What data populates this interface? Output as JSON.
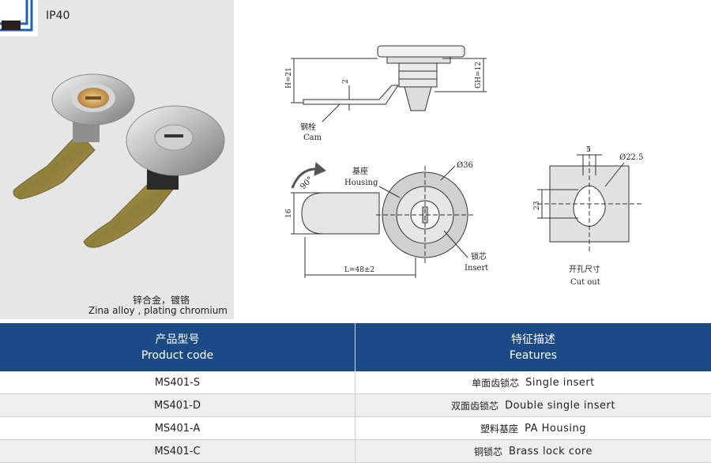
{
  "header": {
    "rating": "IP40"
  },
  "material": {
    "cn": "锌合金，镀铬",
    "en": "Zina alloy , plating chromium"
  },
  "drawing": {
    "dim_h": "H=21",
    "dim_2": "2",
    "dim_gh": "GH=12",
    "dim_16": "16",
    "dim_l": "L=48±2",
    "dim_d36": "Ø36",
    "dim_5": "5",
    "dim_d225": "Ø22.5",
    "dim_23": "23",
    "cam_cn": "钢栓",
    "cam_en": "Cam",
    "housing_cn": "基座",
    "housing_en": "Housing",
    "insert_cn": "锁芯",
    "insert_en": "Insert",
    "cutout_cn": "开孔尺寸",
    "cutout_en": "Cut out",
    "rotation": "90°"
  },
  "table": {
    "headers": {
      "code_cn": "产品型号",
      "code_en": "Product code",
      "feat_cn": "特征描述",
      "feat_en": "Features"
    },
    "rows": [
      {
        "code": "MS401-S",
        "feat_cn": "单面齿锁芯",
        "feat_en": "Single insert"
      },
      {
        "code": "MS401-D",
        "feat_cn": "双面齿锁芯",
        "feat_en": "Double single insert"
      },
      {
        "code": "MS401-A",
        "feat_cn": "塑料基座",
        "feat_en": "PA Housing"
      },
      {
        "code": "MS401-C",
        "feat_cn": "铜锁芯",
        "feat_en": "Brass lock core"
      }
    ]
  },
  "colors": {
    "header_bg": "#1b4a87",
    "photo_bg": "#e6e6e6"
  }
}
